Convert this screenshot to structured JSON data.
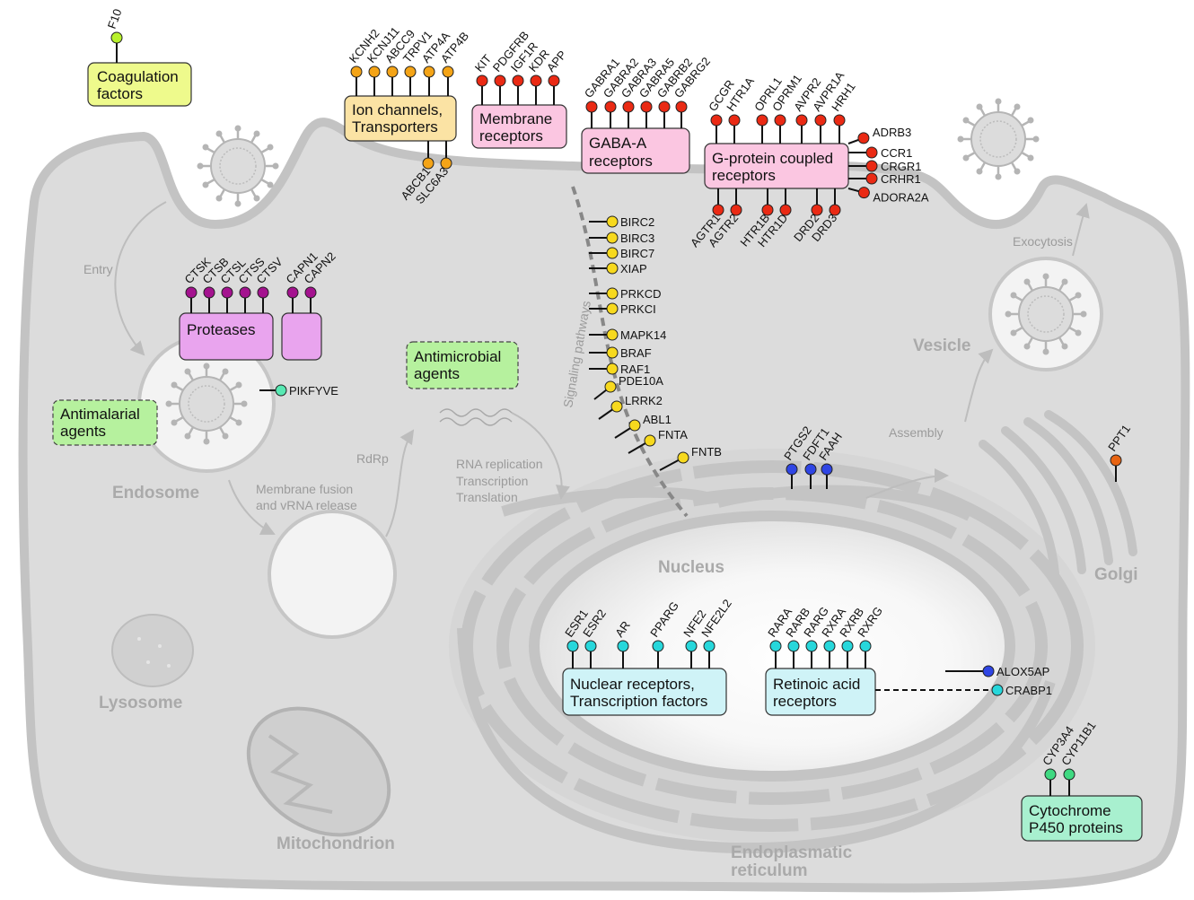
{
  "colors": {
    "cell_fill": "#dcdcdc",
    "cell_stroke": "#c3c3c3",
    "organelle_text": "#aaaaaa",
    "process_text": "#9b9b9b",
    "coagulation": "#eefa8c",
    "ion_channels": "#fbe3a4",
    "receptors": "#fbc6e1",
    "proteases": "#e9a4ee",
    "agents": "#b6f19e",
    "nuclear": "#cff3f7",
    "cytochrome": "#a8f0cf",
    "pin_lime": "#b8f12c",
    "pin_orange": "#f4a417",
    "pin_red": "#ea2a14",
    "pin_purple": "#a4128f",
    "pin_yellow": "#f7d91e",
    "pin_blue": "#2f45e4",
    "pin_darkorange": "#e86412",
    "pin_cyan": "#27d7db",
    "pin_teal": "#58e9b3",
    "pin_green": "#3fd981"
  },
  "organelles": {
    "endosome": "Endosome",
    "lysosome": "Lysosome",
    "mitochondrion": "Mitochondrion",
    "nucleus": "Nucleus",
    "golgi": "Golgi",
    "vesicle": "Vesicle",
    "er_line1": "Endoplasmatic",
    "er_line2": "reticulum"
  },
  "processes": {
    "entry": "Entry",
    "fusion_line1": "Membrane fusion",
    "fusion_line2": "and vRNA release",
    "rdrp": "RdRp",
    "rna_line1": "RNA replication",
    "rna_line2": "Transcription",
    "rna_line3": "Translation",
    "assembly": "Assembly",
    "exocytosis": "Exocytosis",
    "signaling": "Signaling pathways"
  },
  "boxes": {
    "coagulation": {
      "line1": "Coagulation",
      "line2": "factors"
    },
    "ion_channels": {
      "line1": "Ion channels,",
      "line2": "Transporters"
    },
    "membrane_receptors": {
      "line1": "Membrane",
      "line2": "receptors"
    },
    "gaba_a": {
      "line1": "GABA-A",
      "line2": "receptors"
    },
    "gpcr": {
      "line1": "G-protein coupled",
      "line2": "receptors"
    },
    "proteases": {
      "line1": "Proteases"
    },
    "antimicrobial": {
      "line1": "Antimicrobial",
      "line2": "agents"
    },
    "antimalarial": {
      "line1": "Antimalarial",
      "line2": "agents"
    },
    "nuclear": {
      "line1": "Nuclear receptors,",
      "line2": "Transcription factors"
    },
    "retinoic": {
      "line1": "Retinoic acid",
      "line2": "receptors"
    },
    "cytochrome": {
      "line1": "Cytochrome",
      "line2": "P450 proteins"
    }
  },
  "genes": {
    "coagulation": [
      "F10"
    ],
    "ion_channels_top": [
      "KCNH2",
      "KCNJ11",
      "ABCC9",
      "TRPV1",
      "ATP4A",
      "ATP4B"
    ],
    "ion_channels_bottom": [
      "ABCB1",
      "SLC6A3"
    ],
    "membrane_receptors": [
      "KIT",
      "PDGFRB",
      "IGF1R",
      "KDR",
      "APP"
    ],
    "gaba_a": [
      "GABRA1",
      "GABRA2",
      "GABRA3",
      "GABRA5",
      "GABRB2",
      "GABRG2"
    ],
    "gpcr_top": [
      "GCGR",
      "HTR1A",
      "OPRL1",
      "OPRM1",
      "AVPR2",
      "AVPR1A",
      "HRH1"
    ],
    "gpcr_right": [
      "ADRB3",
      "CCR1",
      "CRGR1",
      "CRHR1",
      "ADORA2A"
    ],
    "gpcr_bottom": [
      "AGTR1",
      "AGTR2",
      "HTR1B",
      "HTR1D",
      "DRD2",
      "DRD3"
    ],
    "proteases": [
      "CTSK",
      "CTSB",
      "CTSL",
      "CTSS",
      "CTSV"
    ],
    "calpains": [
      "CAPN1",
      "CAPN2"
    ],
    "endosome": [
      "PIKFYVE"
    ],
    "signaling": [
      "BIRC2",
      "BIRC3",
      "BIRC7",
      "XIAP",
      "PRKCD",
      "PRKCI",
      "MAPK14",
      "BRAF",
      "RAF1",
      "PDE10A",
      "LRRK2",
      "ABL1",
      "FNTA",
      "FNTB"
    ],
    "er_membrane": [
      "PTGS2",
      "FDFT1",
      "FAAH"
    ],
    "golgi": [
      "PPT1"
    ],
    "nuclear": [
      "ESR1",
      "ESR2",
      "AR",
      "PPARG",
      "NFE2",
      "NFE2L2"
    ],
    "retinoic": [
      "RARA",
      "RARB",
      "RARG",
      "RXRA",
      "RXRB",
      "RXRG"
    ],
    "nuclear_side": [
      "ALOX5AP",
      "CRABP1"
    ],
    "cytochrome": [
      "CYP3A4",
      "CYP11B1"
    ]
  }
}
